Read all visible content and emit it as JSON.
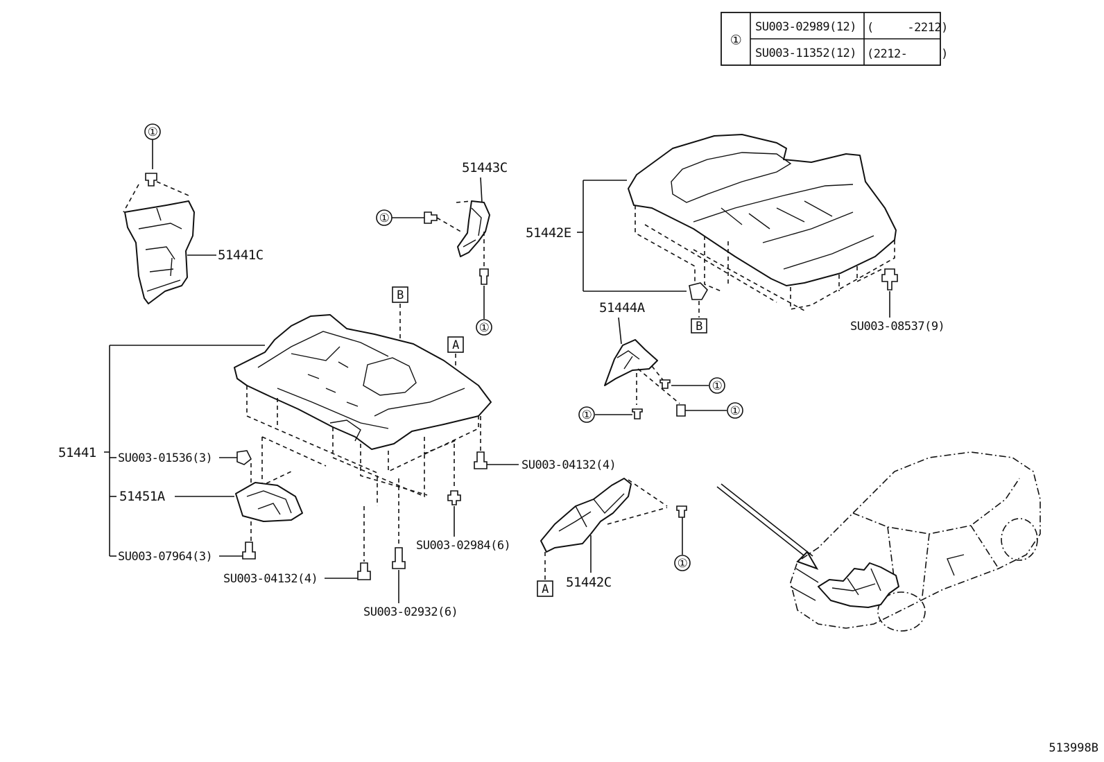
{
  "legend_table": {
    "symbol": "①",
    "rows": [
      {
        "part": "SU003-02989(12)",
        "range": "(     -2212)"
      },
      {
        "part": "SU003-11352(12)",
        "range": "(2212-     )"
      }
    ]
  },
  "labels": {
    "p51441C": "51441C",
    "p51443C": "51443C",
    "p51442E": "51442E",
    "p51444A": "51444A",
    "p51441": "51441",
    "p51451A": "51451A",
    "p51442C": "51442C",
    "su01536": "SU003-01536(3)",
    "su07964": "SU003-07964(3)",
    "su04132a": "SU003-04132(4)",
    "su04132b": "SU003-04132(4)",
    "su02984": "SU003-02984(6)",
    "su02932": "SU003-02932(6)",
    "su08537": "SU003-08537(9)",
    "circle1": "①",
    "markA": "A",
    "markB": "B"
  },
  "footer": {
    "ref_code": "513998B"
  }
}
